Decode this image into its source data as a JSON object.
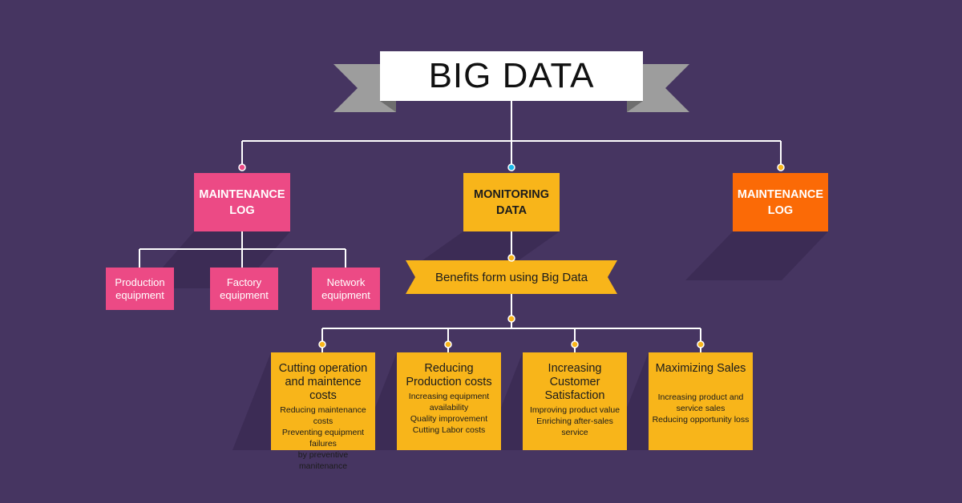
{
  "title": "BIG DATA",
  "categories": {
    "left": "MAINTENANCE LOG",
    "center": "MONITORING DATA",
    "right": "MAINTENANCE LOG"
  },
  "maintenance_items": [
    "Production equipment",
    "Factory equipment",
    "Network equipment"
  ],
  "benefits_banner": "Benefits form using Big Data",
  "benefits": [
    {
      "title": "Cutting operation and maintence costs",
      "details": [
        "Reducing maintenance costs",
        "Preventing equipment failures",
        "by preventive manitenance"
      ]
    },
    {
      "title": "Reducing Production costs",
      "details": [
        "Increasing equipment",
        "availability",
        "Quality improvement",
        "Cutting Labor costs"
      ]
    },
    {
      "title": "Increasing Customer Satisfaction",
      "details": [
        "Improving product value",
        "Enriching after-sales service"
      ]
    },
    {
      "title": "Maximizing Sales",
      "details": [
        "",
        "Increasing product and",
        "service sales",
        "Reducing opportunity loss"
      ]
    }
  ],
  "colors": {
    "background": "#463561",
    "pink": "#ec4a85",
    "yellow": "#f8b51a",
    "orange": "#fb6a06",
    "connector": "#ffffff",
    "ribbon_gray": "#9d9d9d"
  }
}
